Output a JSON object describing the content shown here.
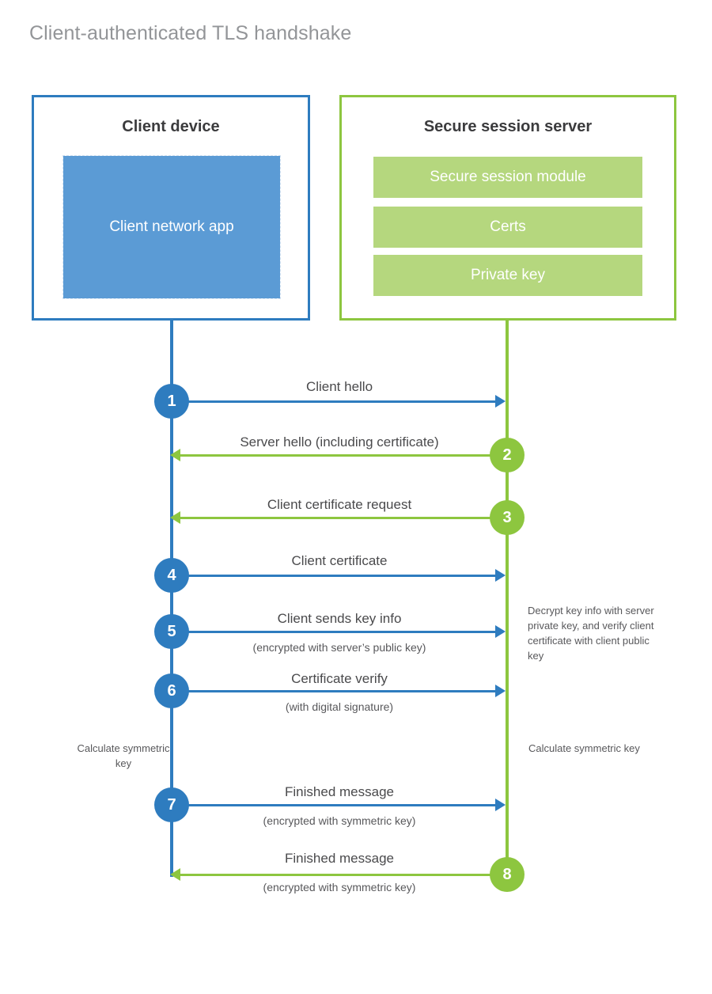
{
  "title": "Client-authenticated TLS handshake",
  "colors": {
    "client_blue": "#2E7CBF",
    "client_app_fill": "#5B9BD5",
    "server_green": "#8DC63F",
    "server_bar_fill": "#B5D77E",
    "title_gray": "#939598",
    "text_gray": "#58585B"
  },
  "client": {
    "title": "Client device",
    "app_label": "Client network app"
  },
  "server": {
    "title": "Secure session server",
    "components": [
      {
        "label": "Secure session module"
      },
      {
        "label": "Certs"
      },
      {
        "label": "Private key"
      }
    ]
  },
  "steps": [
    {
      "number": "1",
      "from": "client",
      "to": "server",
      "label": "Client hello",
      "sublabel": ""
    },
    {
      "number": "2",
      "from": "server",
      "to": "client",
      "label": "Server hello (including certificate)",
      "sublabel": ""
    },
    {
      "number": "3",
      "from": "server",
      "to": "client",
      "label": "Client certificate request",
      "sublabel": ""
    },
    {
      "number": "4",
      "from": "client",
      "to": "server",
      "label": "Client certificate",
      "sublabel": ""
    },
    {
      "number": "5",
      "from": "client",
      "to": "server",
      "label": "Client sends key info",
      "sublabel": "(encrypted with server’s public key)"
    },
    {
      "number": "6",
      "from": "client",
      "to": "server",
      "label": "Certificate verify",
      "sublabel": "(with digital signature)"
    },
    {
      "number": "7",
      "from": "client",
      "to": "server",
      "label": "Finished message",
      "sublabel": "(encrypted with symmetric key)"
    },
    {
      "number": "8",
      "from": "server",
      "to": "client",
      "label": "Finished message",
      "sublabel": "(encrypted with symmetric key)"
    }
  ],
  "notes": {
    "server_decrypt": "Decrypt key info with server private key, and verify client certificate with client public key",
    "client_symmetric": "Calculate symmetric key",
    "server_symmetric": "Calculate symmetric key"
  }
}
